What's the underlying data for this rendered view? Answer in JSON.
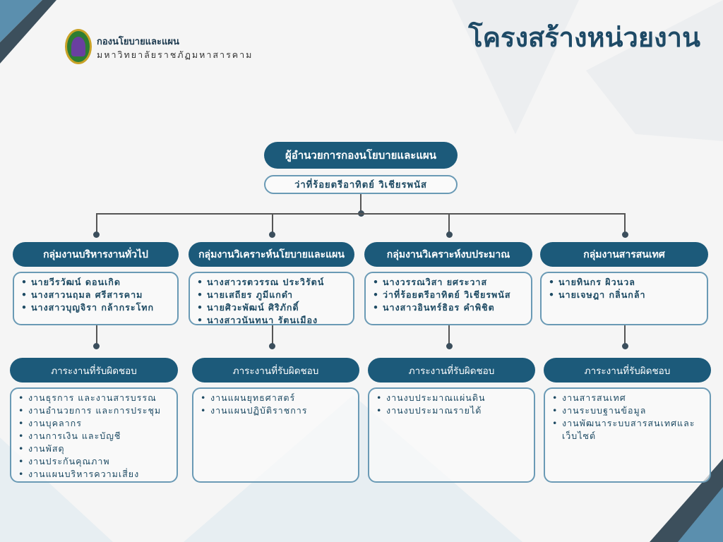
{
  "header": {
    "org_name": "กองนโยบายและแผน",
    "university": "มหาวิทยาลัยราชภัฏมหาสารคาม",
    "title": "โครงสร้างหน่วยงาน"
  },
  "director": {
    "position": "ผู้อำนวยการกองนโยบายและแผน",
    "name": "ว่าที่ร้อยตรีอาทิตย์ วิเชียรพนัส"
  },
  "groups": [
    {
      "title": "กลุ่มงานบริหารงานทั่วไป",
      "members": [
        "นายวีรวัฒน์ ดอนเกิด",
        "นางสาวนฤมล ศรีสารคาม",
        "นางสาวบุญจิรา กล้ากระโทก"
      ],
      "resp_title": "ภาระงานที่รับผิดชอบ",
      "tasks": [
        "งานธุรการ และงานสารบรรณ",
        "งานอำนวยการ และการประชุม",
        "งานบุคลากร",
        "งานการเงิน และบัญชี",
        "งานพัสดุ",
        "งานประกันคุณภาพ",
        "งานแผนบริหารความเสี่ยง"
      ]
    },
    {
      "title": "กลุ่มงานวิเคราะห์นโยบายและแผน",
      "members": [
        "นางสาวรตวรรณ ประวิรัตน์",
        "นายเสถียร ภูมีแกดำ",
        "นายศิวะพัฒน์ ศิริภักดิ์",
        "นางสาวนันทนา รัตนเมือง"
      ],
      "resp_title": "ภาระงานที่รับผิดชอบ",
      "tasks": [
        "งานแผนยุทธศาสตร์",
        "งานแผนปฏิบัติราชการ"
      ]
    },
    {
      "title": "กลุ่มงานวิเคราะห์งบประมาณ",
      "members": [
        "นางวรรณวิสา ยศระวาส",
        "ว่าที่ร้อยตรีอาทิตย์ วิเชียรพนัส",
        "นางสาวอินทร์ธิอร คำพิชิต"
      ],
      "resp_title": "ภาระงานที่รับผิดชอบ",
      "tasks": [
        "งานงบประมาณแผ่นดิน",
        "งานงบประมาณรายได้"
      ]
    },
    {
      "title": "กลุ่มงานสารสนเทศ",
      "members": [
        "นายทินกร ผิวนวล",
        "นายเจษฎา กลิ่นกล้า"
      ],
      "resp_title": "ภาระงานที่รับผิดชอบ",
      "tasks": [
        "งานสารสนเทศ",
        "งานระบบฐานข้อมูล",
        "งานพัฒนาระบบสารสนเทศและเว็บไซต์"
      ]
    }
  ]
}
